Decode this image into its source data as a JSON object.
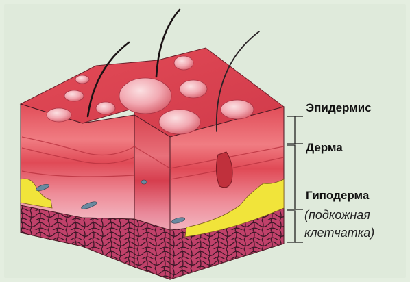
{
  "labels": {
    "epidermis": "Эпидермис",
    "dermis": "Дерма",
    "hypodermis": "Гиподерма",
    "hypodermis_note_line1": "(подкожная",
    "hypodermis_note_line2": "клетчатка)"
  },
  "colors": {
    "background": "#e4eee0",
    "surface": "#d9434a",
    "epidermis": "#e8606a",
    "dermis": "#cf3544",
    "hypodermis": "#ec9aa7",
    "fat": "#f1e43a",
    "tissue": "#b83a5c",
    "outline": "#3a1c22"
  }
}
